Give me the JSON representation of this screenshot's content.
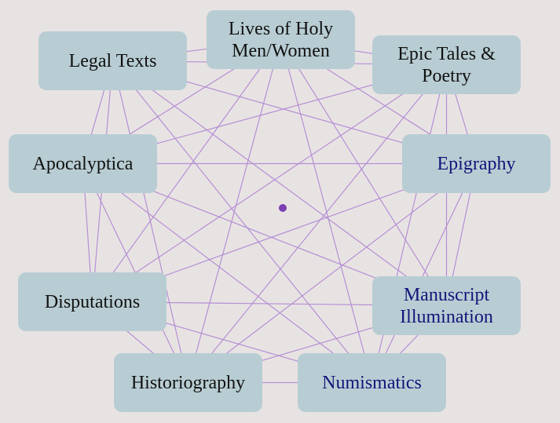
{
  "nodes": [
    {
      "id": "lives",
      "label": "Lives of Holy Men/Women",
      "color": "#111111"
    },
    {
      "id": "epic",
      "label": "Epic Tales & Poetry",
      "color": "#111111"
    },
    {
      "id": "epigraphy",
      "label": "Epigraphy",
      "color": "#14147a"
    },
    {
      "id": "manuscript",
      "label": "Manuscript Illumination",
      "color": "#14147a"
    },
    {
      "id": "numismatics",
      "label": "Numismatics",
      "color": "#14147a"
    },
    {
      "id": "historiography",
      "label": "Historiography",
      "color": "#111111"
    },
    {
      "id": "disputations",
      "label": "Disputations",
      "color": "#111111"
    },
    {
      "id": "apocalyptica",
      "label": "Apocalyptica",
      "color": "#111111"
    },
    {
      "id": "legal",
      "label": "Legal Texts",
      "color": "#111111"
    }
  ],
  "colors": {
    "background": "#e8e3e3",
    "node_fill": "#b8cdd3",
    "edge": "#b48fd4",
    "center_dot": "#7a3fb0"
  }
}
